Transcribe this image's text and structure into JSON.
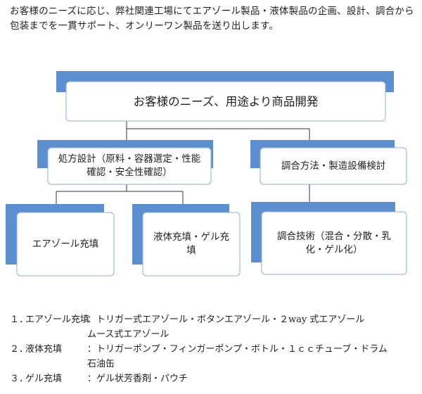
{
  "intro": "お客様のニーズに応じ、弊社関連工場にてエアゾール製品・液体製品の企画、設計、調合から包装までを一貫サポート、オンリーワン製品を送り出します。",
  "colors": {
    "accent_box": "#5b8fd0",
    "node_fill": "#ffffff",
    "node_border": "#8db0dc",
    "connector": "#333333"
  },
  "nodes": {
    "root": "お客様のニーズ、用途より商品開発",
    "design": "処方設計（原料・容器選定・性能確認・安全性確認）",
    "method": "調合方法・製造設備検討",
    "aerosol_fill": "エアゾール充填",
    "liquid_fill": "液体充填・ゲル充填",
    "blending": "調合技術（混合・分散・乳化・ゲル化）"
  },
  "notes": [
    {
      "num": "１．",
      "label": "エアゾール充填",
      "sep": "：",
      "desc": "トリガー式エアゾール・ボタンエアゾール・２way 式エアゾール",
      "cont": "ムース式エアゾール"
    },
    {
      "num": "２．",
      "label": "液体充填",
      "sep": "：",
      "desc": "トリガーポンプ・フィンガーポンプ・ボトル・１ｃｃチューブ・ドラム",
      "cont": "石油缶"
    },
    {
      "num": "３．",
      "label": "ゲル充填",
      "sep": "：",
      "desc": "ゲル状芳香剤・パウチ",
      "cont": ""
    }
  ]
}
